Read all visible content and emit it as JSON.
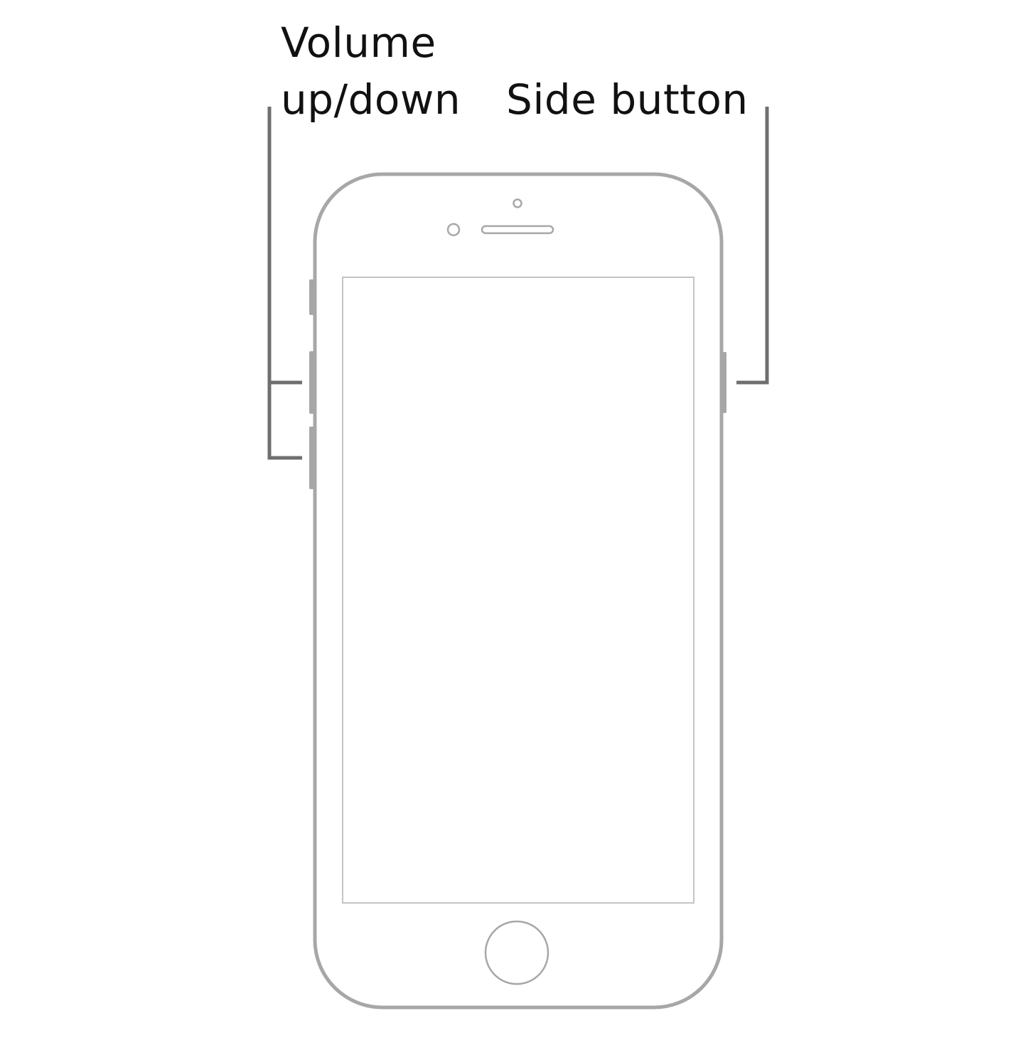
{
  "labels": {
    "volume": {
      "line1": "Volume",
      "line2": "up/down"
    },
    "side": "Side button"
  },
  "colors": {
    "phone_outline": "#a7a7a7",
    "callout_line": "#6f6f6f",
    "screen_outline": "#c4c4c4",
    "text": "#111111",
    "background": "#ffffff"
  }
}
